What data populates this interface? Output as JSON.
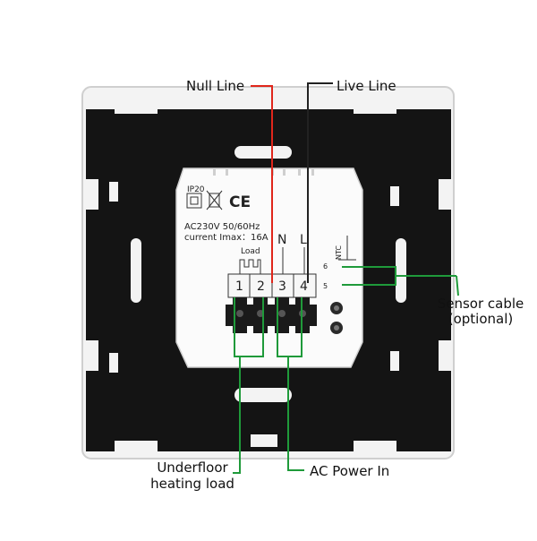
{
  "callouts": {
    "null_line": "Null Line",
    "live_line": "Live Line",
    "sensor_cable_1": "Sensor cable",
    "sensor_cable_2": "(optional)",
    "underfloor_1": "Underfloor",
    "underfloor_2": "heating load",
    "ac_power": "AC Power In"
  },
  "device": {
    "ip_rating": "IP20",
    "rating_voltage": "AC230V 50/60Hz",
    "rating_current": "current Imax：16A",
    "load_label": "Load",
    "terminal_n": "N",
    "terminal_l": "L",
    "ntc_label": "NTC",
    "ntc_pin_6": "6",
    "ntc_pin_5": "5",
    "ce_mark": "CE",
    "terminals": [
      "1",
      "2",
      "3",
      "4"
    ]
  },
  "colors": {
    "null_line_leader": "#e0261b",
    "green_leader": "#1f9a3a",
    "panel": "#141414",
    "frame": "#f3f3f3",
    "module": "#fbfbfb"
  },
  "icons": [
    "weee-bin-icon",
    "double-insulation-icon"
  ]
}
